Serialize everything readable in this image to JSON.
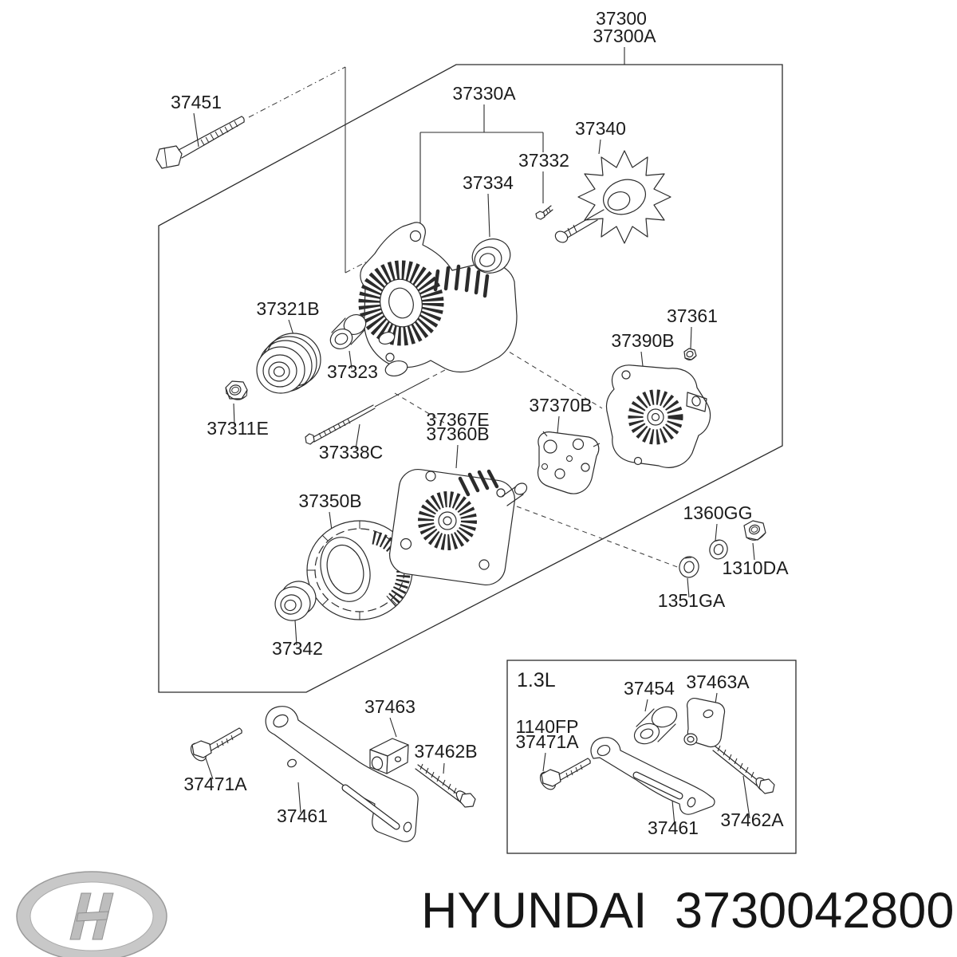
{
  "doc": {
    "type_label": "exploded-parts-diagram",
    "assembly": {
      "code_line1": "37300",
      "code_line2": "37300A"
    }
  },
  "callouts": {
    "c37451": "37451",
    "c37330A": "37330A",
    "c37332": "37332",
    "c37334": "37334",
    "c37340": "37340",
    "c37321B": "37321B",
    "c37323": "37323",
    "c37311E": "37311E",
    "c37338C": "37338C",
    "c37361": "37361",
    "c37390B": "37390B",
    "c37367E": "37367E",
    "c37360B": "37360B",
    "c37370B": "37370B",
    "c37350B": "37350B",
    "c37342": "37342",
    "c1360GG": "1360GG",
    "c1310DA": "1310DA",
    "c1351GA": "1351GA",
    "c37463": "37463",
    "c37462B": "37462B",
    "c37471A": "37471A",
    "c37461": "37461"
  },
  "variant_box": {
    "engine_label": "1.3L",
    "c37454": "37454",
    "c37463A": "37463A",
    "c1140FP": "1140FP",
    "c37471A": "37471A",
    "c37461": "37461",
    "c37462A": "37462A"
  },
  "footer": {
    "brand": "HYUNDAI",
    "part_number": "3730042800"
  },
  "colors": {
    "line": "#2b2b2b",
    "background": "#ffffff",
    "logo_silver": "#c6c6c6",
    "logo_silver_dark": "#949494",
    "text": "#161616"
  }
}
